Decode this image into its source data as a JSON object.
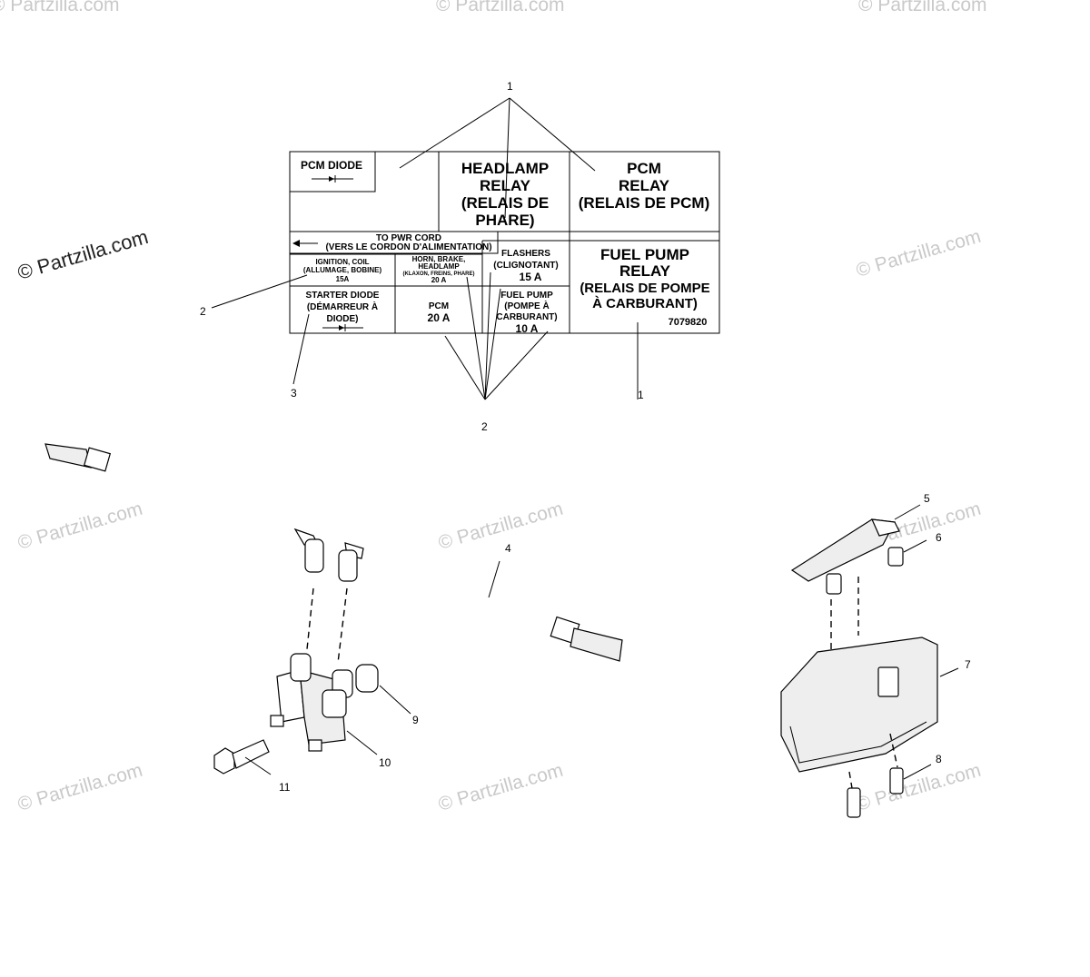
{
  "watermark": "© Partzilla.com",
  "decal": {
    "pcm_diode": "PCM DIODE",
    "headlamp_relay": [
      "HEADLAMP",
      "RELAY",
      "(RELAIS DE",
      "PHARE)"
    ],
    "pcm_relay": [
      "PCM",
      "RELAY",
      "(RELAIS DE PCM)"
    ],
    "pwr_cord": [
      "TO PWR CORD",
      "(VERS LE CORDON D'ALIMENTATION)"
    ],
    "ignition": [
      "IGNITION, COIL",
      "(ALLUMAGE, BOBINE)",
      "15A"
    ],
    "horn": [
      "HORN, BRAKE,",
      "HEADLAMP",
      "(KLAXON, FREINS, PHARE)",
      "20 A"
    ],
    "flashers": [
      "FLASHERS",
      "(CLIGNOTANT)",
      "15 A"
    ],
    "fuel_pump_relay": [
      "FUEL PUMP",
      "RELAY",
      "(RELAIS DE POMPE",
      "À CARBURANT)"
    ],
    "part_number": "7079820",
    "starter_diode": [
      "STARTER DIODE",
      "(DÉMARREUR À",
      "DIODE)"
    ],
    "pcm_fuse": [
      "PCM",
      "20 A"
    ],
    "fuel_pump_fuse": [
      "FUEL PUMP",
      "(POMPE À",
      "CARBURANT)",
      "10 A"
    ]
  },
  "callouts": {
    "c1_top": "1",
    "c1_right": "1",
    "c2_left": "2",
    "c2_bottom": "2",
    "c3": "3",
    "c4": "4",
    "c5": "5",
    "c6": "6",
    "c7": "7",
    "c8": "8",
    "c9": "9",
    "c10": "10",
    "c11": "11"
  }
}
